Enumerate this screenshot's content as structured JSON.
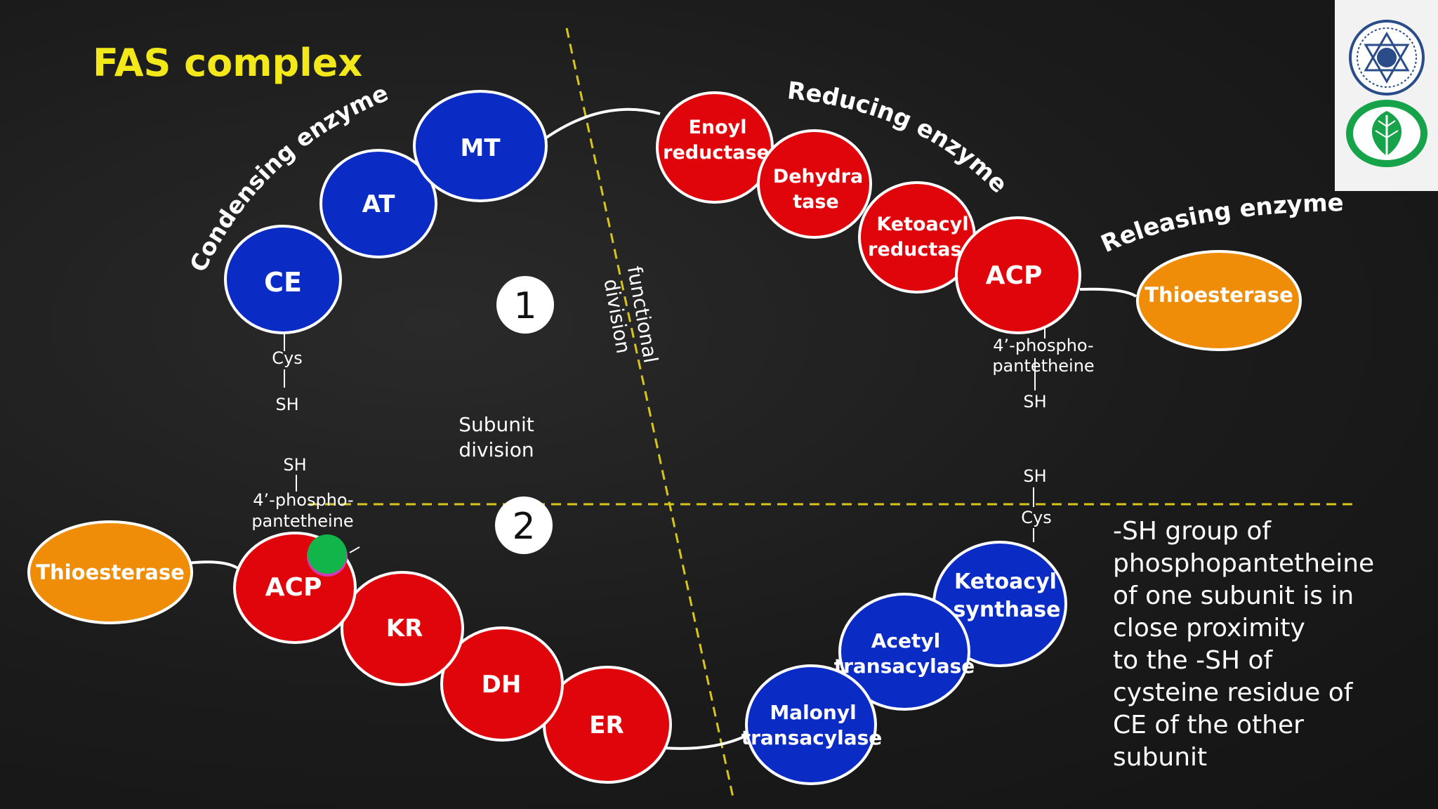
{
  "title": "FAS complex",
  "colors": {
    "blue": "#0a2bc4",
    "red": "#e0050a",
    "orange": "#ef8d08",
    "title_yellow": "#f3e81a",
    "dash_yellow": "#d7c51c",
    "green_dot": "#12b54a"
  },
  "subunit1": {
    "number": "1",
    "condensing_label": "Condensing enzyme",
    "condensing": [
      "CE",
      "AT",
      "MT"
    ],
    "reducing_label": "Reducing enzyme",
    "reducing": {
      "enoyl": [
        "Enoyl",
        "reductase"
      ],
      "dehydra": [
        "Dehydra",
        "tase"
      ],
      "ketoacyl": [
        "Ketoacyl",
        "reductase"
      ],
      "acp": "ACP"
    },
    "releasing_label": "Releasing enzyme",
    "thioesterase": "Thioesterase",
    "ce_link": {
      "cys": "Cys",
      "sh": "SH"
    },
    "acp_link": {
      "line1": "4’-phospho-",
      "line2": "pantetheine",
      "sh": "SH"
    }
  },
  "subunit2": {
    "number": "2",
    "thioesterase": "Thioesterase",
    "reducing": [
      "ACP",
      "KR",
      "DH",
      "ER"
    ],
    "condensing": {
      "malonyl": [
        "Malonyl",
        "transacylase"
      ],
      "acetyl": [
        "Acetyl",
        "transacylase"
      ],
      "ketoacyl": [
        "Ketoacyl",
        "synthase"
      ]
    },
    "acp_link": {
      "sh": "SH",
      "line1": "4’-phospho-",
      "line2": "pantetheine"
    },
    "ks_link": {
      "sh": "SH",
      "cys": "Cys"
    }
  },
  "divisions": {
    "subunit": [
      "Subunit",
      "division"
    ],
    "functional": [
      "functional",
      "division"
    ]
  },
  "note": [
    "-SH group of",
    "phosphopantetheine",
    "of one subunit is in",
    "close proximity",
    "to the -SH of",
    "cysteine residue of",
    "CE of the other",
    "subunit"
  ],
  "logos": [
    "seal-logo",
    "leaf-logo"
  ]
}
